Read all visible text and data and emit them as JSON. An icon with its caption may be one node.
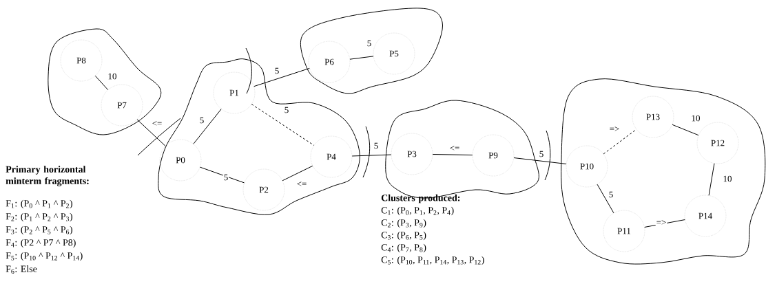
{
  "diagram": {
    "nodes": [
      {
        "text": [],
        "shape": "cloud"
      },
      {
        "text": [
          "P8"
        ],
        "in": 0
      },
      {
        "text": [
          "P7"
        ],
        "in": 0
      },
      {
        "text": [],
        "shape": "cloud"
      },
      {
        "text": [
          "P1"
        ],
        "in": 3
      },
      {
        "text": [
          "P0"
        ],
        "in": 3
      },
      {
        "text": [
          "P4"
        ],
        "in": 3
      },
      {
        "text": [
          "P2"
        ],
        "in": 3
      },
      {
        "text": [],
        "shape": "cloud"
      },
      {
        "text": [
          "P6"
        ],
        "in": 8
      },
      {
        "text": [
          "P5"
        ],
        "in": 8
      },
      {
        "text": [],
        "shape": "cloud"
      },
      {
        "text": [
          "P3"
        ],
        "in": 11
      },
      {
        "text": [
          "P9"
        ],
        "in": 11
      },
      {
        "text": [],
        "shape": "cloud"
      },
      {
        "text": [
          "P13"
        ],
        "in": 14
      },
      {
        "text": [
          "P10"
        ],
        "in": 14
      },
      {
        "text": [
          "P12"
        ],
        "in": 14
      },
      {
        "text": [
          "P11"
        ],
        "in": 14
      },
      {
        "text": [
          "P14"
        ],
        "in": 14
      }
    ],
    "edges": [
      {
        "from": 1,
        "to": 2,
        "arrow": "none",
        "label": "10"
      },
      {
        "from": 2,
        "to": 5,
        "arrow": "none",
        "label": "<="
      },
      {
        "from": 5,
        "to": 4,
        "arrow": "none",
        "label": "5"
      },
      {
        "from": 4,
        "to": 9,
        "arrow": "none",
        "label": "5"
      },
      {
        "from": 9,
        "to": 10,
        "arrow": "none",
        "label": "5"
      },
      {
        "from": 4,
        "to": 6,
        "arrow": "none",
        "label": "5",
        "style": "dashed"
      },
      {
        "from": 5,
        "to": 7,
        "arrow": "none",
        "label": "5"
      },
      {
        "from": 7,
        "to": 6,
        "arrow": "none",
        "label": "<="
      },
      {
        "from": 6,
        "to": 12,
        "arrow": "none",
        "label": "5"
      },
      {
        "from": 12,
        "to": 13,
        "arrow": "none",
        "label": "<="
      },
      {
        "from": 13,
        "to": 16,
        "arrow": "none",
        "label": "5"
      },
      {
        "from": 16,
        "to": 15,
        "arrow": "none",
        "label": "=>",
        "style": "dashed"
      },
      {
        "from": 15,
        "to": 17,
        "arrow": "none",
        "label": "10"
      },
      {
        "from": 17,
        "to": 19,
        "arrow": "none",
        "label": "10"
      },
      {
        "from": 16,
        "to": 18,
        "arrow": "none",
        "label": "5"
      },
      {
        "from": 18,
        "to": 19,
        "arrow": "none",
        "label": "=>"
      }
    ],
    "labels": [
      "Primary horizontal minterm fragments:",
      "F$_{1}$: (P$_{0}$ ^ P$_{1}$ ^ P$_{2}$)",
      "F$_{2}$: (P$_{1}$ ^ P$_{2}$ ^ P$_{3}$)",
      "F$_{3}$: (P$_{2}$ ^ P$_{5}$ ^ P$_{6}$)",
      "F$_{4}$: (P2 ^ P7 ^ P8)",
      "F$_{5}$: (P$_{10}$ ^ P$_{12}$ ^ P$_{14}$)",
      "F$_{6}$: Else",
      "Clusters produced:",
      "C$_{1}$: (P$_{0}$, P$_{1}$, P$_{2}$, P$_{4}$)",
      "C$_{2}$: (P$_{3}$, P$_{9}$)",
      "C$_{3}$: (P$_{6}$, P$_{5}$)",
      "C$_{4}$: (P$_{7}$, P$_{8}$)",
      "C$_{5}$: (P$_{10}$, P$_{11}$, P$_{14}$, P$_{13}$, P$_{12}$)"
    ]
  }
}
